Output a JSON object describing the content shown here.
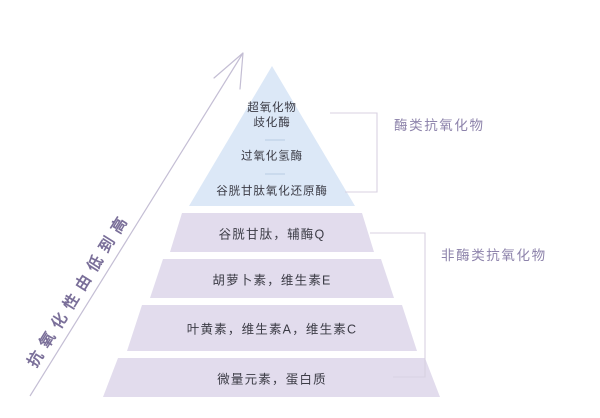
{
  "diagram": {
    "title_axis": "抗氧化性由低到高",
    "colors": {
      "apex_fill": "#dce8f7",
      "band_fill": "#e2dced",
      "band_text": "#3b3b45",
      "side_label": "#8d83ab",
      "axis_text": "#7a6f99",
      "connector": "#d8d2e2",
      "divider": "#c9d4e6",
      "arrow": "#b9b2cc",
      "background": "#ffffff"
    },
    "apex": {
      "rows": [
        {
          "label": "超氧化物\n歧化酶",
          "line1": "超氧化物",
          "line2": "歧化酶"
        },
        {
          "label": "过氧化氢酶"
        },
        {
          "label": "谷胱甘肽氧化还原酶"
        }
      ]
    },
    "bands": [
      {
        "label": "谷胱甘肽，辅酶Q"
      },
      {
        "label": "胡萝卜素，维生素E"
      },
      {
        "label": "叶黄素，维生素A，维生素C"
      },
      {
        "label": "微量元素，蛋白质"
      }
    ],
    "categories": [
      {
        "label": "酶类抗氧化物"
      },
      {
        "label": "非酶类抗氧化物"
      }
    ]
  }
}
